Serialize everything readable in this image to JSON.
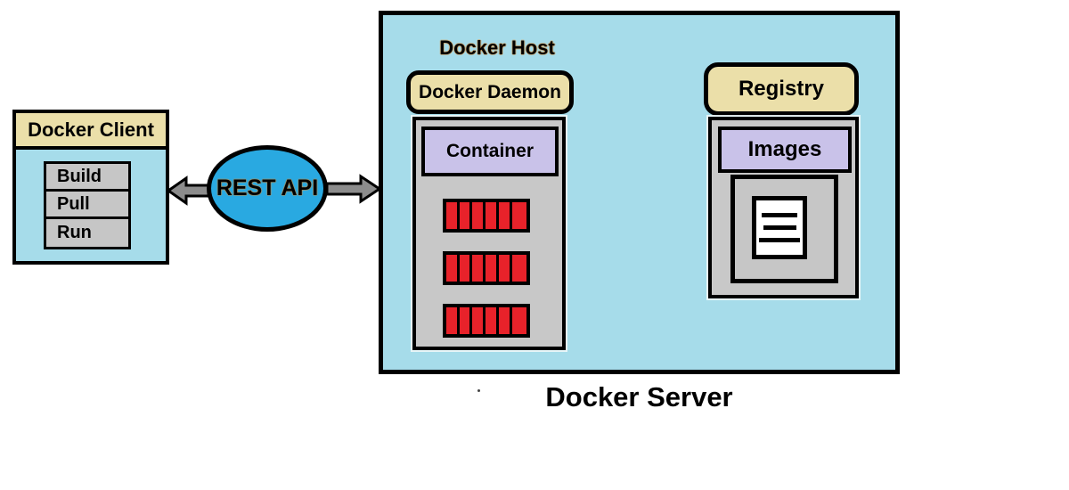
{
  "client": {
    "title": "Docker Client",
    "buttons": [
      "Build",
      "Pull",
      "Run"
    ]
  },
  "rest_api": {
    "label": "REST API"
  },
  "server": {
    "label": "Docker Server",
    "host_label": "Docker Host",
    "daemon": {
      "label": "Docker Daemon",
      "container_label": "Container",
      "stripe_rows": 3,
      "stripes_per_row": 6
    },
    "registry": {
      "label": "Registry",
      "images_label": "Images",
      "doc_lines": 3
    }
  },
  "colors": {
    "panel_blue": "#a6dcea",
    "header_tan": "#ebdfa9",
    "label_purple": "#c9c2e9",
    "body_gray": "#c8c8c8",
    "stripe_red": "#e8222a",
    "api_blue": "#29a9e1",
    "arrow_gray": "#8c8c8c",
    "border_black": "#000000"
  }
}
